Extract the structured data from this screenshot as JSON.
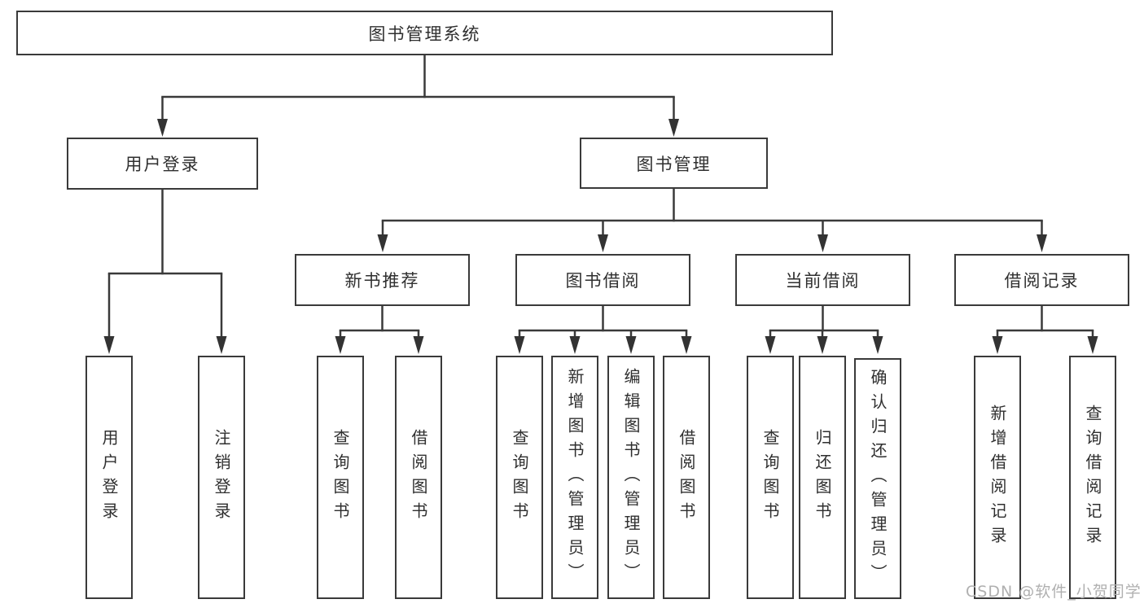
{
  "tree": {
    "label": "图书管理系统",
    "children": [
      {
        "label": "用户登录",
        "children": [
          {
            "label": "用户登录"
          },
          {
            "label": "注销登录"
          }
        ]
      },
      {
        "label": "图书管理",
        "children": [
          {
            "label": "新书推荐",
            "children": [
              {
                "label": "查询图书"
              },
              {
                "label": "借阅图书"
              }
            ]
          },
          {
            "label": "图书借阅",
            "children": [
              {
                "label": "查询图书"
              },
              {
                "label": "新增图书（管理员）"
              },
              {
                "label": "编辑图书（管理员）"
              },
              {
                "label": "借阅图书"
              }
            ]
          },
          {
            "label": "当前借阅",
            "children": [
              {
                "label": "查询图书"
              },
              {
                "label": "归还图书"
              },
              {
                "label": "确认归还（管理员）"
              }
            ]
          },
          {
            "label": "借阅记录",
            "children": [
              {
                "label": "新增借阅记录"
              },
              {
                "label": "查询借阅记录"
              }
            ]
          }
        ]
      }
    ]
  },
  "watermark": "CSDN @软件_小贺同学",
  "colors": {
    "line": "#3a3a3a",
    "arrow": "#333333",
    "text": "#2f2f2f",
    "watermark": "#b0b0b0",
    "background": "#ffffff"
  }
}
